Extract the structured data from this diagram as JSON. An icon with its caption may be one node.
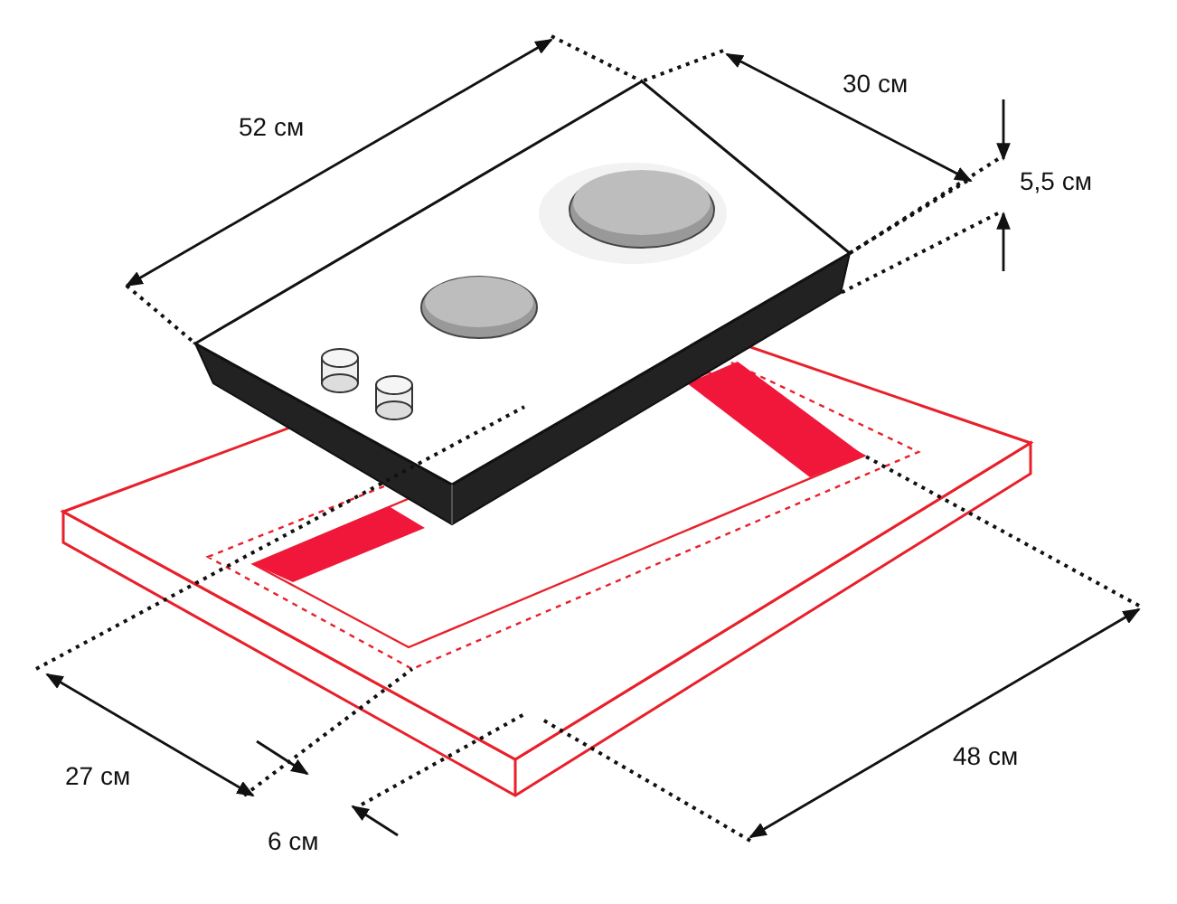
{
  "diagram": {
    "labels": [
      "30 см",
      "52 см",
      "5,5 см",
      "27 см",
      "48 см",
      "6 см"
    ]
  }
}
